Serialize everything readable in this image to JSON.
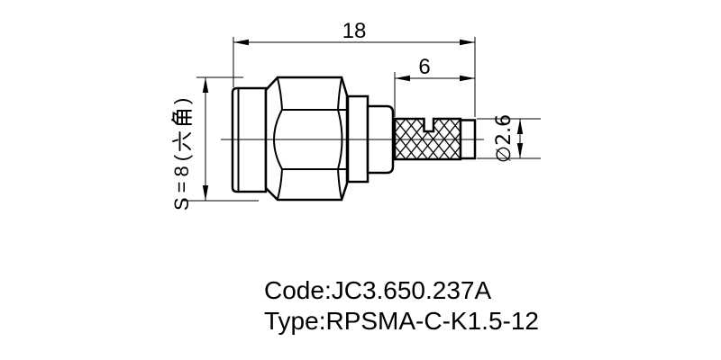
{
  "drawing": {
    "kind": "technical-drawing-rf-connector",
    "dimensions": {
      "overall_length": "18",
      "knurl_length": "6",
      "hex_size_label": "S=8(六角)",
      "hex_size_prefix": "S=8(",
      "hex_size_cjk": "六角",
      "hex_size_suffix": ")",
      "diameter_label": "∅2.6"
    },
    "labels": {
      "code_line": "Code:JC3.650.237A",
      "type_line": "Type:RPSMA-C-K1.5-12"
    },
    "colors": {
      "line": "#000000",
      "background": "#ffffff"
    }
  }
}
